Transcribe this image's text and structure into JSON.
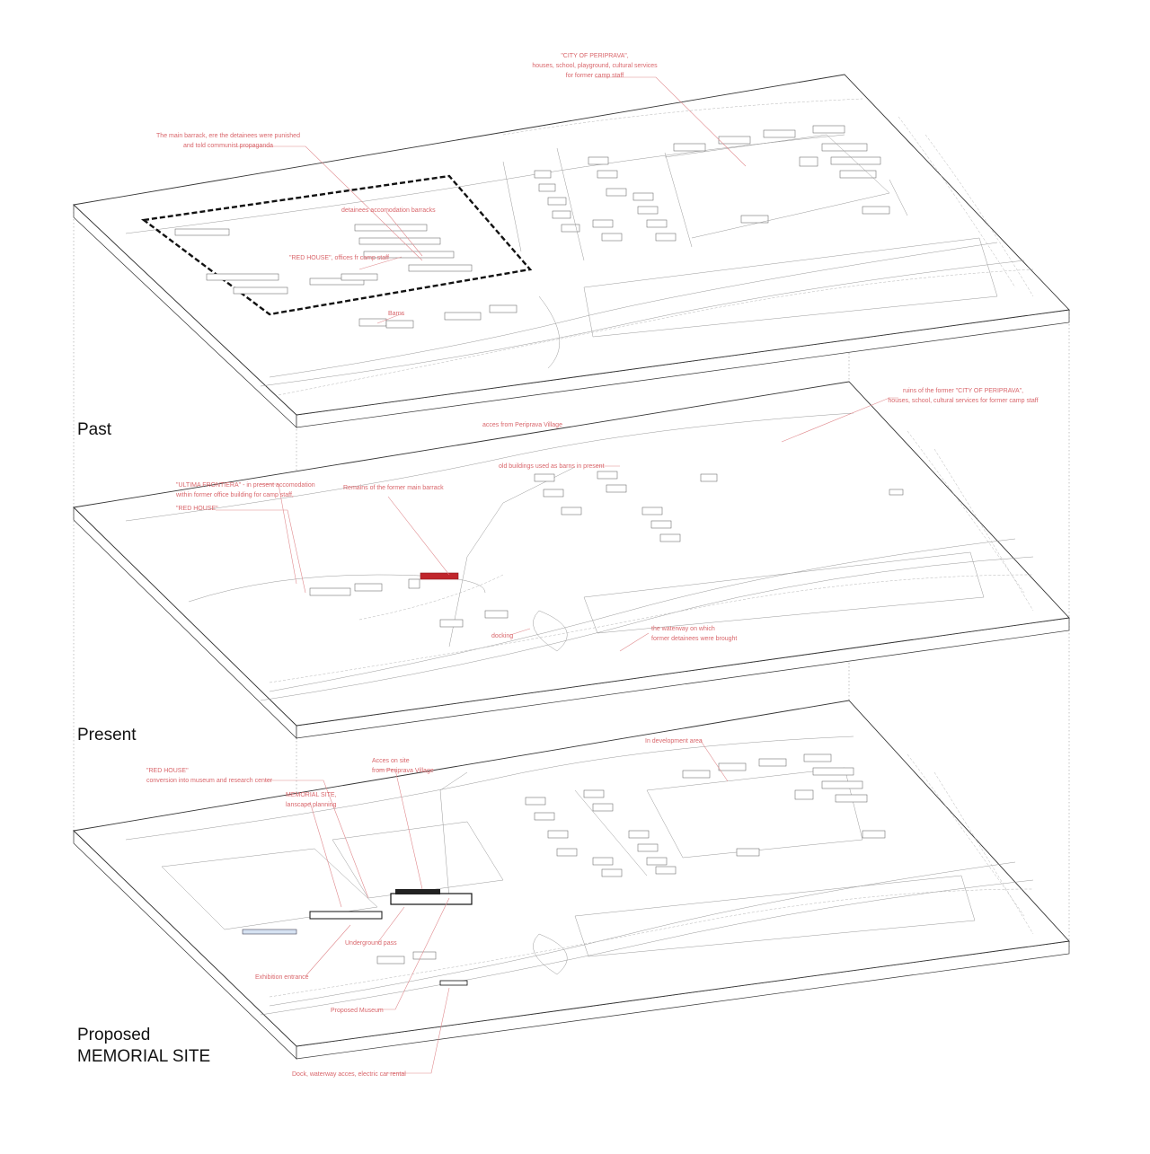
{
  "layers": {
    "past": {
      "label": "Past"
    },
    "present": {
      "label": "Present"
    },
    "proposed": {
      "label_line1": "Proposed",
      "label_line2": "MEMORIAL SITE"
    }
  },
  "annotations": {
    "past": {
      "city_line1": "\"CITY OF PERIPRAVA\",",
      "city_line2": "houses, school, playground, cultural services",
      "city_line3": "for former camp staff",
      "main_barrack_line1": "The main barrack, ere the detainees were punished",
      "main_barrack_line2": "and told communist propaganda",
      "detainees": "detainees accomodation barracks",
      "red_house": "\"RED HOUSE\", offices fr camp staff",
      "barns": "Barns"
    },
    "present": {
      "ruins_line1": "ruins of the former \"CITY OF PERIPRAVA\",",
      "ruins_line2": "houses, school, cultural services for former camp staff",
      "access": "acces from Periprava Village",
      "old_buildings": "old buildings used as barns in present",
      "ultima_line1": "\"ULTIMA FRONTIERA\" - in present accomodation",
      "ultima_line2": "within former office building for camp staff,",
      "ultima_line3": "\"RED HOUSE\"",
      "remains": "Remains of the former main barrack",
      "docking": "docking",
      "waterway_line1": "the waterway on which",
      "waterway_line2": "former detainees were brought"
    },
    "proposed": {
      "development": "In development area",
      "access_line1": "Acces on site",
      "access_line2": "from Periprava Village",
      "red_house_line1": "\"RED HOUSE\"",
      "red_house_line2": "conversion into museum and research center",
      "memorial_line1": "MEMORIAL SITE,",
      "memorial_line2": "lanscape planning",
      "underground": "Underground pass",
      "exhibition": "Exhibition entrance",
      "museum": "Proposed Museum",
      "dock": "Dock, waterway acces, electric car rental"
    }
  },
  "colors": {
    "annotation": "#d9666b",
    "line": "#333333",
    "accent_red": "#c0262c"
  }
}
